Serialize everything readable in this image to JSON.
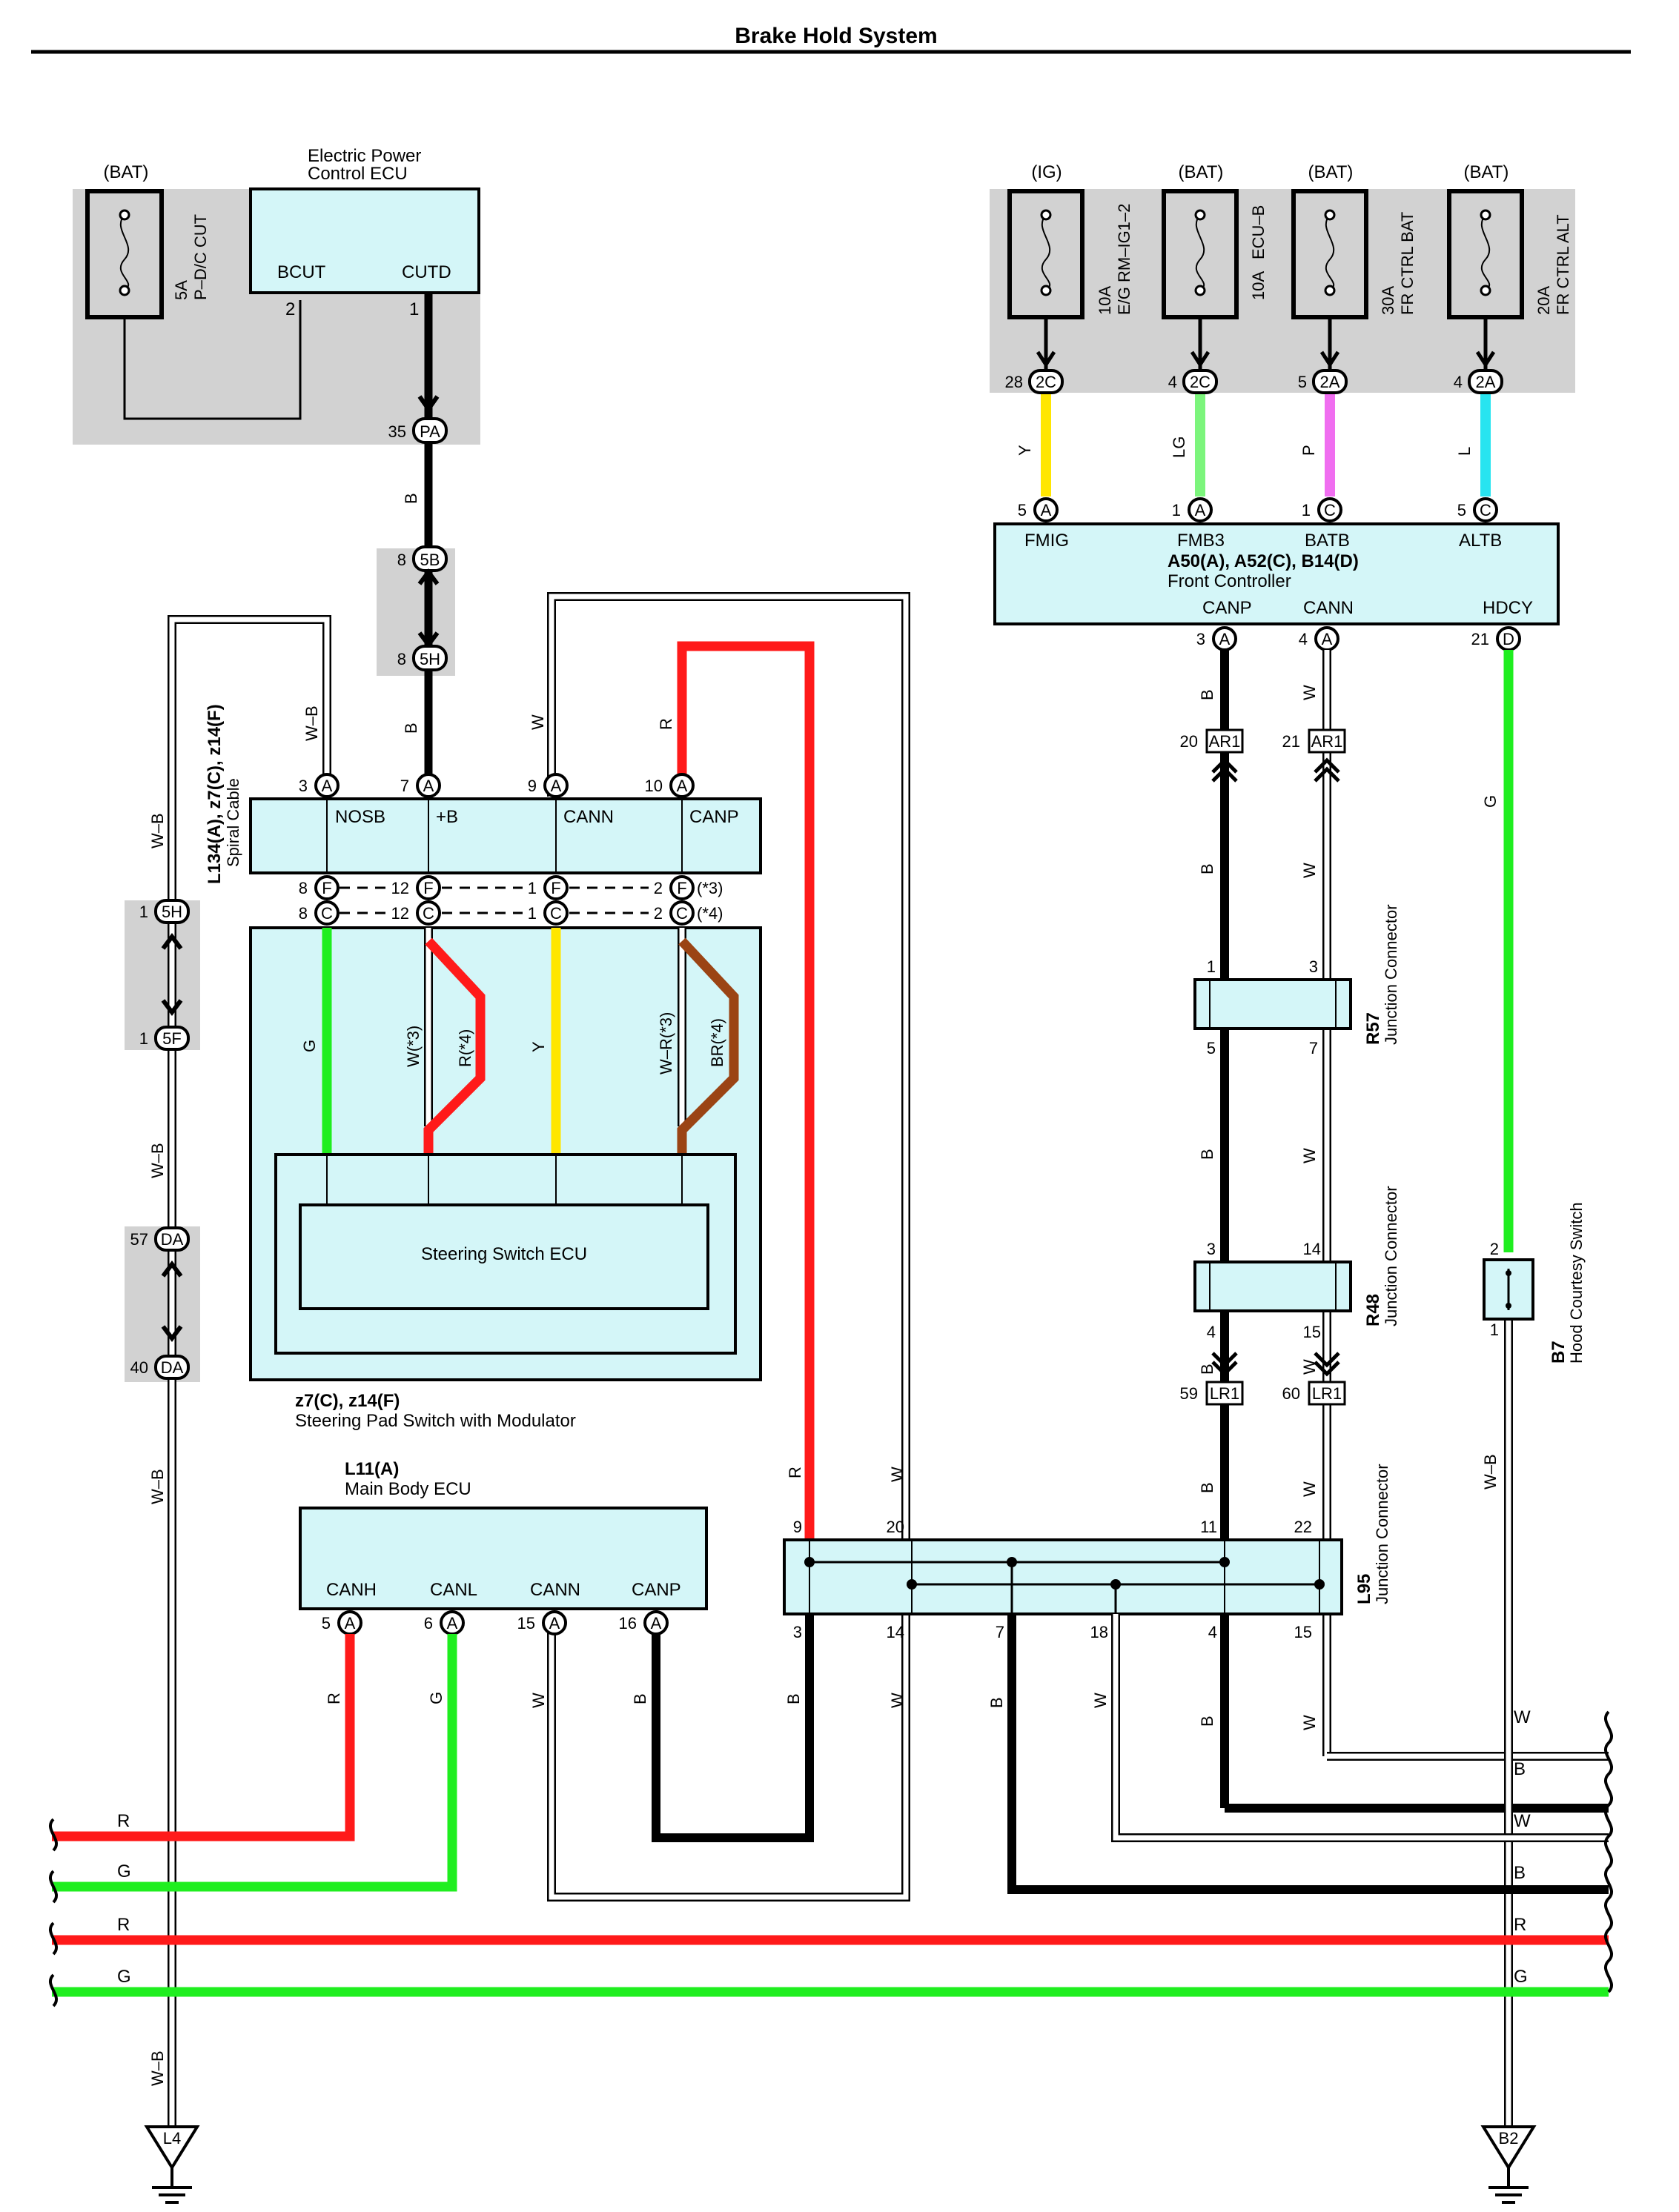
{
  "title": "Brake Hold System",
  "fuses": [
    {
      "id": "pdc",
      "supply": "(BAT)",
      "rating": "5A",
      "name": "P–D/C CUT"
    },
    {
      "id": "igfuse",
      "supply": "(IG)",
      "rating": "10A",
      "name": "E/G RM–IG1–2"
    },
    {
      "id": "ecub",
      "supply": "(BAT)",
      "rating": "10A",
      "name": "ECU–B"
    },
    {
      "id": "frbat",
      "supply": "(BAT)",
      "rating": "30A",
      "name": "FR CTRL BAT"
    },
    {
      "id": "fralt",
      "supply": "(BAT)",
      "rating": "20A",
      "name": "FR CTRL ALT"
    }
  ],
  "epc_ecu": {
    "name_l1": "Electric Power",
    "name_l2": "Control ECU",
    "pin_bcut": "BCUT",
    "pin_cutd": "CUTD",
    "n_bcut": "2",
    "n_cutd": "1"
  },
  "front_controller": {
    "code": "A50(A), A52(C), B14(D)",
    "name": "Front Controller",
    "pins": [
      "FMIG",
      "FMB3",
      "BATB",
      "ALTB",
      "CANP",
      "CANN",
      "HDCY"
    ]
  },
  "spiral_cable": {
    "code": "L134(A), z7(C), z14(F)",
    "name": "Spiral Cable",
    "pins": [
      "NOSB",
      "+B",
      "CANN",
      "CANP"
    ]
  },
  "steering_pad": {
    "code": "z7(C), z14(F)",
    "name": "Steering Pad Switch with Modulator",
    "ecu": "Steering Switch ECU"
  },
  "main_body_ecu": {
    "code": "L11(A)",
    "name": "Main Body ECU",
    "pins": [
      "CANH",
      "CANL",
      "CANN",
      "CANP"
    ]
  },
  "junctions": [
    {
      "code": "R57",
      "name": "Junction Connector"
    },
    {
      "code": "R48",
      "name": "Junction Connector"
    },
    {
      "code": "L95",
      "name": "Junction Connector"
    }
  ],
  "hood_switch": {
    "code": "B7",
    "name": "Hood Courtesy Switch"
  },
  "grounds": [
    "L4",
    "B2"
  ],
  "notes": {
    "star3": "(*3)",
    "star4": "(*4)"
  },
  "connectors": {
    "PA": "PA",
    "5B": "5B",
    "5H": "5H",
    "5F": "5F",
    "DA": "DA",
    "2C": "2C",
    "2A": "2A",
    "AR1": "AR1",
    "LR1": "LR1",
    "A": "A",
    "C": "C",
    "D": "D",
    "F": "F"
  },
  "wire_colors": {
    "R": "#ff1a1a",
    "G": "#1fee1f",
    "Y": "#ffe600",
    "LG": "#7cf57c",
    "P": "#f06ef0",
    "L": "#28e4f0",
    "BR": "#9b4414",
    "B": "#000000",
    "W": "#ffffff",
    "box": "#d4f6f8",
    "shade": "#d2d2d2"
  }
}
